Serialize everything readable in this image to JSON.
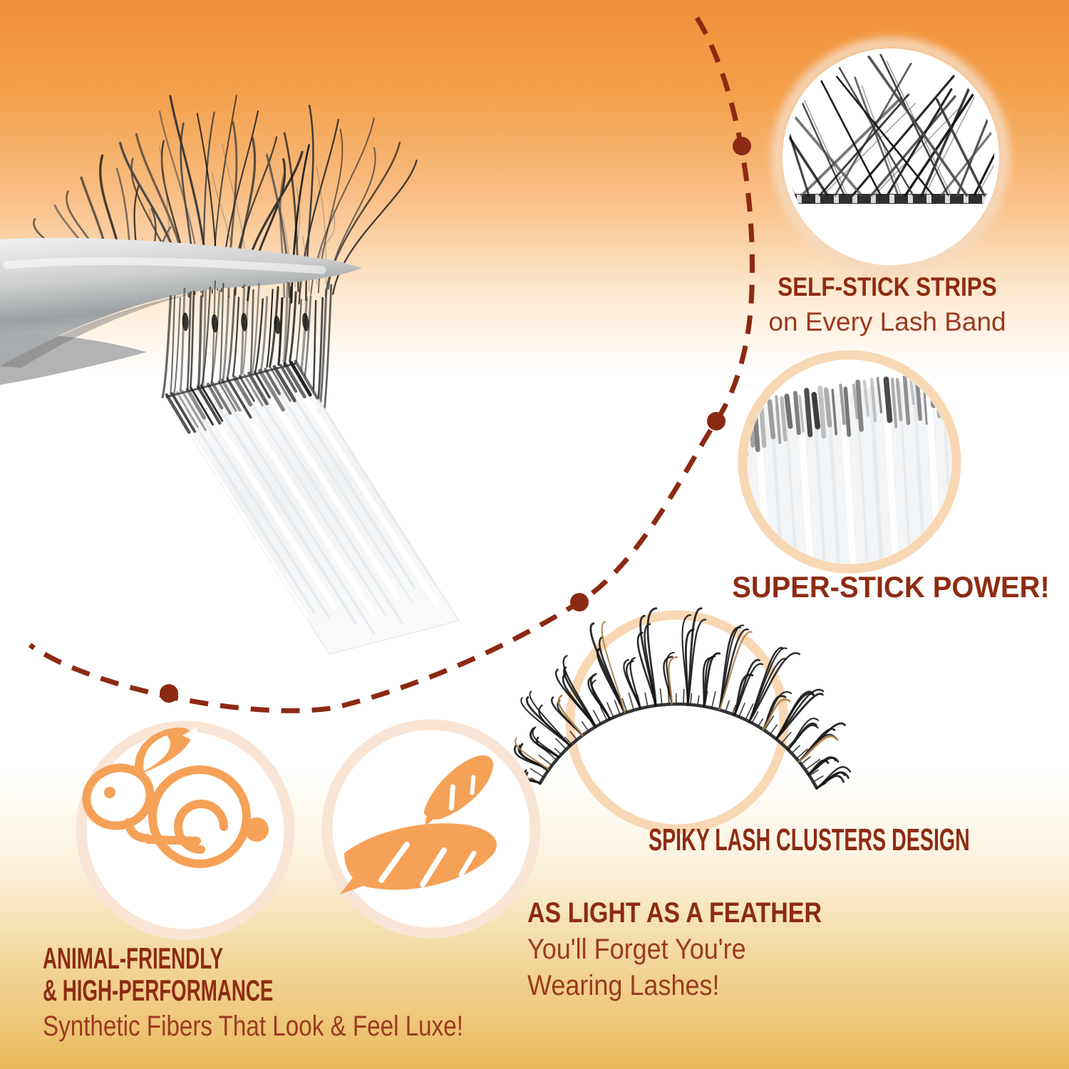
{
  "colors": {
    "bg_top": "#F1903B",
    "bg_bottom": "#E9BA5C",
    "title_text": "#8E2B13",
    "body_text": "#9B3A20",
    "accent_orange": "#F5A157",
    "ring_peach": "#F8D7B4",
    "ring_pale": "#F9E5D5",
    "dotted_line": "#8C2912"
  },
  "callouts": {
    "self_stick": {
      "title": "SELF-STICK STRIPS",
      "subtitle": "on Every Lash Band"
    },
    "super_stick": {
      "title": "SUPER-STICK POWER!"
    },
    "spiky": {
      "title": "SPIKY LASH CLUSTERS DESIGN"
    },
    "feather": {
      "title": "AS LIGHT AS A FEATHER",
      "line1": "You'll Forget You're",
      "line2": "Wearing Lashes!"
    },
    "animal": {
      "title1": "ANIMAL-FRIENDLY",
      "title2": "& HIGH-PERFORMANCE",
      "subtitle": "Synthetic Fibers That Look & Feel Luxe!"
    }
  },
  "icons": {
    "rabbit": "rabbit-icon",
    "feathers": "feathers-icon"
  }
}
